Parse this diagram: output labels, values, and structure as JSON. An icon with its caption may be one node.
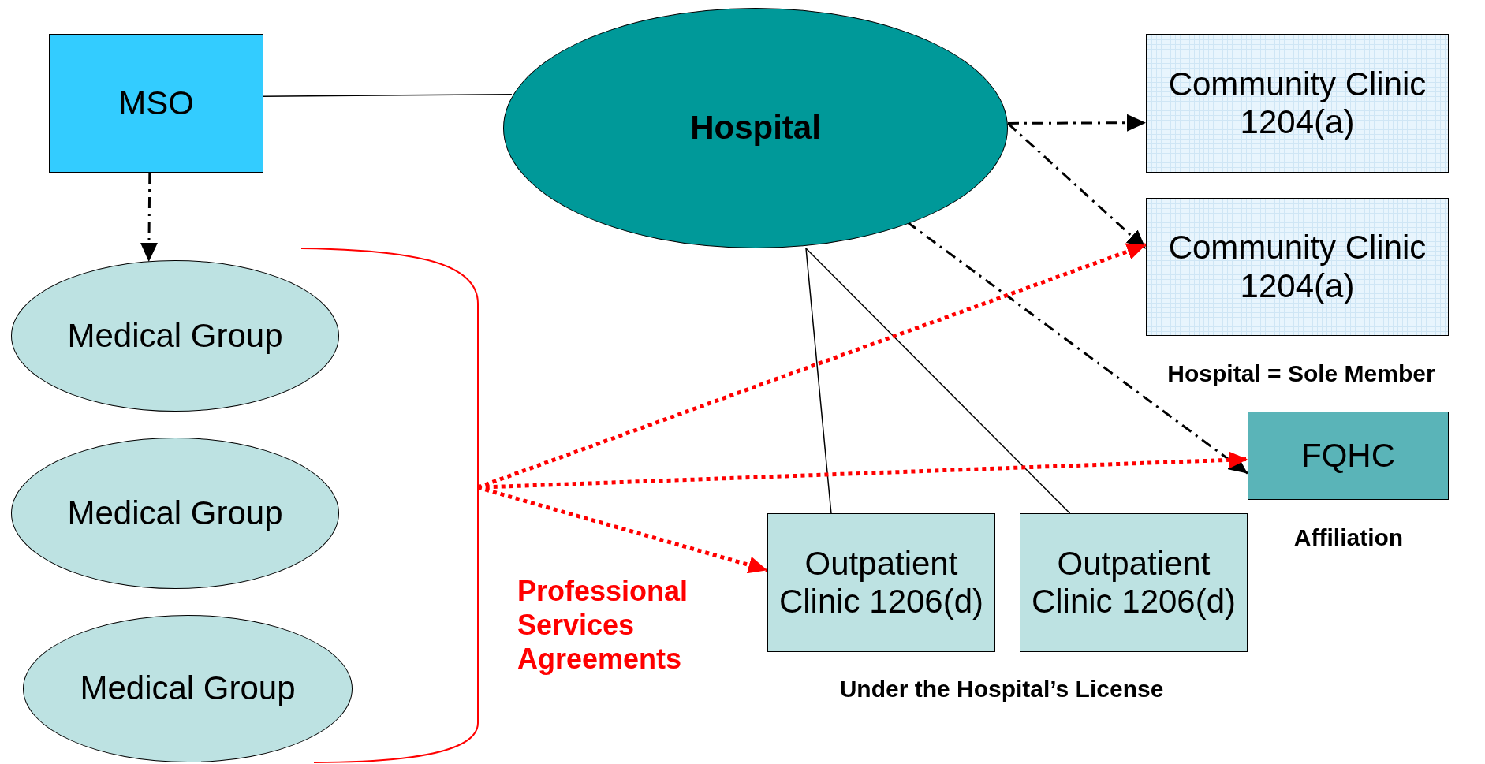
{
  "diagram": {
    "nodes": [
      {
        "text": [
          "MSO"
        ]
      },
      {
        "text": [
          "Hospital"
        ]
      },
      {
        "text": [
          "Community Clinic 1204(a)"
        ]
      },
      {
        "text": [
          "Community Clinic 1204(a)"
        ]
      },
      {
        "text": [
          "FQHC"
        ]
      },
      {
        "text": [
          "Medical Group"
        ]
      },
      {
        "text": [
          "Medical Group"
        ]
      },
      {
        "text": [
          "Medical Group"
        ]
      },
      {
        "text": [],
        "shape": "bracket"
      },
      {
        "text": [
          "Outpatient Clinic 1206(d)"
        ]
      },
      {
        "text": [
          "Outpatient Clinic 1206(d)"
        ]
      }
    ],
    "edges": [
      {
        "from": 0,
        "to": 1,
        "arrow": "none"
      },
      {
        "from": 0,
        "to": 5,
        "arrow": "to",
        "style": "dashed"
      },
      {
        "from": 1,
        "to": 2,
        "arrow": "to",
        "style": "dashed"
      },
      {
        "from": 1,
        "to": 3,
        "arrow": "to",
        "style": "dashed"
      },
      {
        "from": 1,
        "to": 4,
        "arrow": "to",
        "style": "dashed"
      },
      {
        "from": 1,
        "to": 9,
        "arrow": "none"
      },
      {
        "from": 1,
        "to": 10,
        "arrow": "none"
      },
      {
        "from": 8,
        "to": 3,
        "arrow": "to",
        "style": "dashed",
        "color": "#ff0000"
      },
      {
        "from": 8,
        "to": 4,
        "arrow": "to",
        "style": "dashed",
        "color": "#ff0000"
      },
      {
        "from": 8,
        "to": 9,
        "arrow": "to",
        "style": "dashed",
        "color": "#ff0000"
      }
    ],
    "labels": [
      "Hospital = Sole Member",
      "Affiliation",
      "Professional Services Agreements",
      "Under the Hospital’s License"
    ]
  }
}
